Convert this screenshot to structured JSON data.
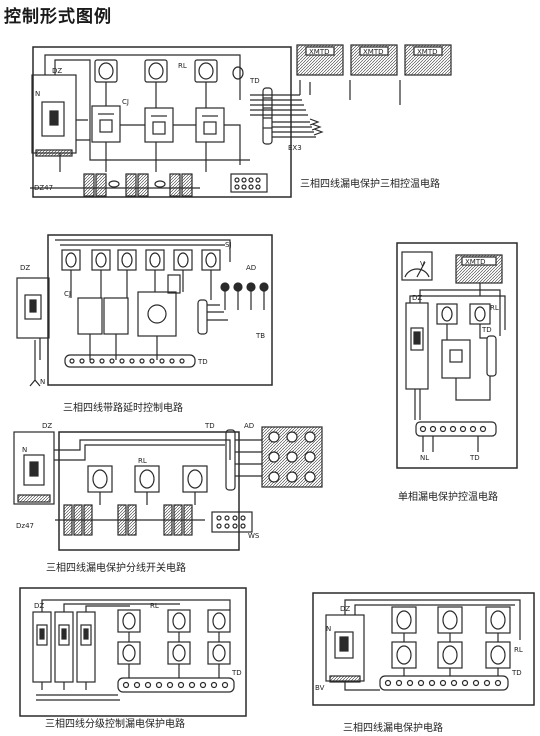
{
  "page_title": "控制形式图例",
  "diagrams": [
    {
      "caption": "三相四线漏电保护三相控温电路",
      "labels": {
        "dz": "DZ",
        "n": "N",
        "rl": "RL",
        "cj": "CJ",
        "td": "TD",
        "dz47": "DZ47",
        "ex": "EX3",
        "meters": [
          "XMTD",
          "XMTD",
          "XMTD"
        ]
      }
    },
    {
      "caption": "三相四线带路延时控制电路",
      "labels": {
        "dz": "DZ",
        "cj": "CJ",
        "sj": "SJ",
        "ad": "AD",
        "td": "TD",
        "tb": "TB",
        "n": "N"
      }
    },
    {
      "caption": "单相漏电保护控温电路",
      "labels": {
        "v": "V",
        "meter": "XMTD",
        "dz": "DZ",
        "rl": "RL",
        "td": "TD",
        "nl": "NL",
        "td1": "TD"
      }
    },
    {
      "caption": "三相四线漏电保护分线开关电路",
      "labels": {
        "dz": "DZ",
        "n": "N",
        "rl": "RL",
        "td": "TD",
        "ad": "AD",
        "dz47": "Dz47",
        "ws": "WS"
      }
    },
    {
      "caption": "三相四线分级控制漏电保护电路",
      "labels": {
        "dz": "DZ",
        "rl": "RL",
        "td": "TD"
      }
    },
    {
      "caption": "三相四线漏电保护电路",
      "labels": {
        "dz": "DZ",
        "n": "N",
        "rl": "RL",
        "td": "TD",
        "bv": "BV"
      }
    }
  ],
  "colors": {
    "line": "#2a2a2a",
    "paper": "#ffffff"
  }
}
